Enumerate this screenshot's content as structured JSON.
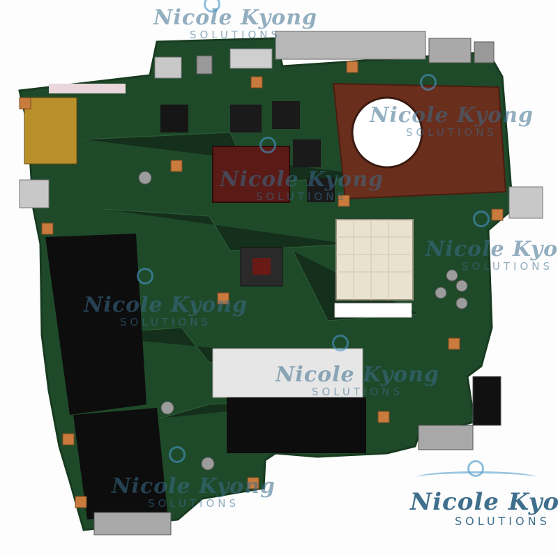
{
  "scene": {
    "subject": "motherboard",
    "watermark": {
      "name": "Nicole Kyong",
      "tagline": "SOLUTIONS"
    }
  }
}
